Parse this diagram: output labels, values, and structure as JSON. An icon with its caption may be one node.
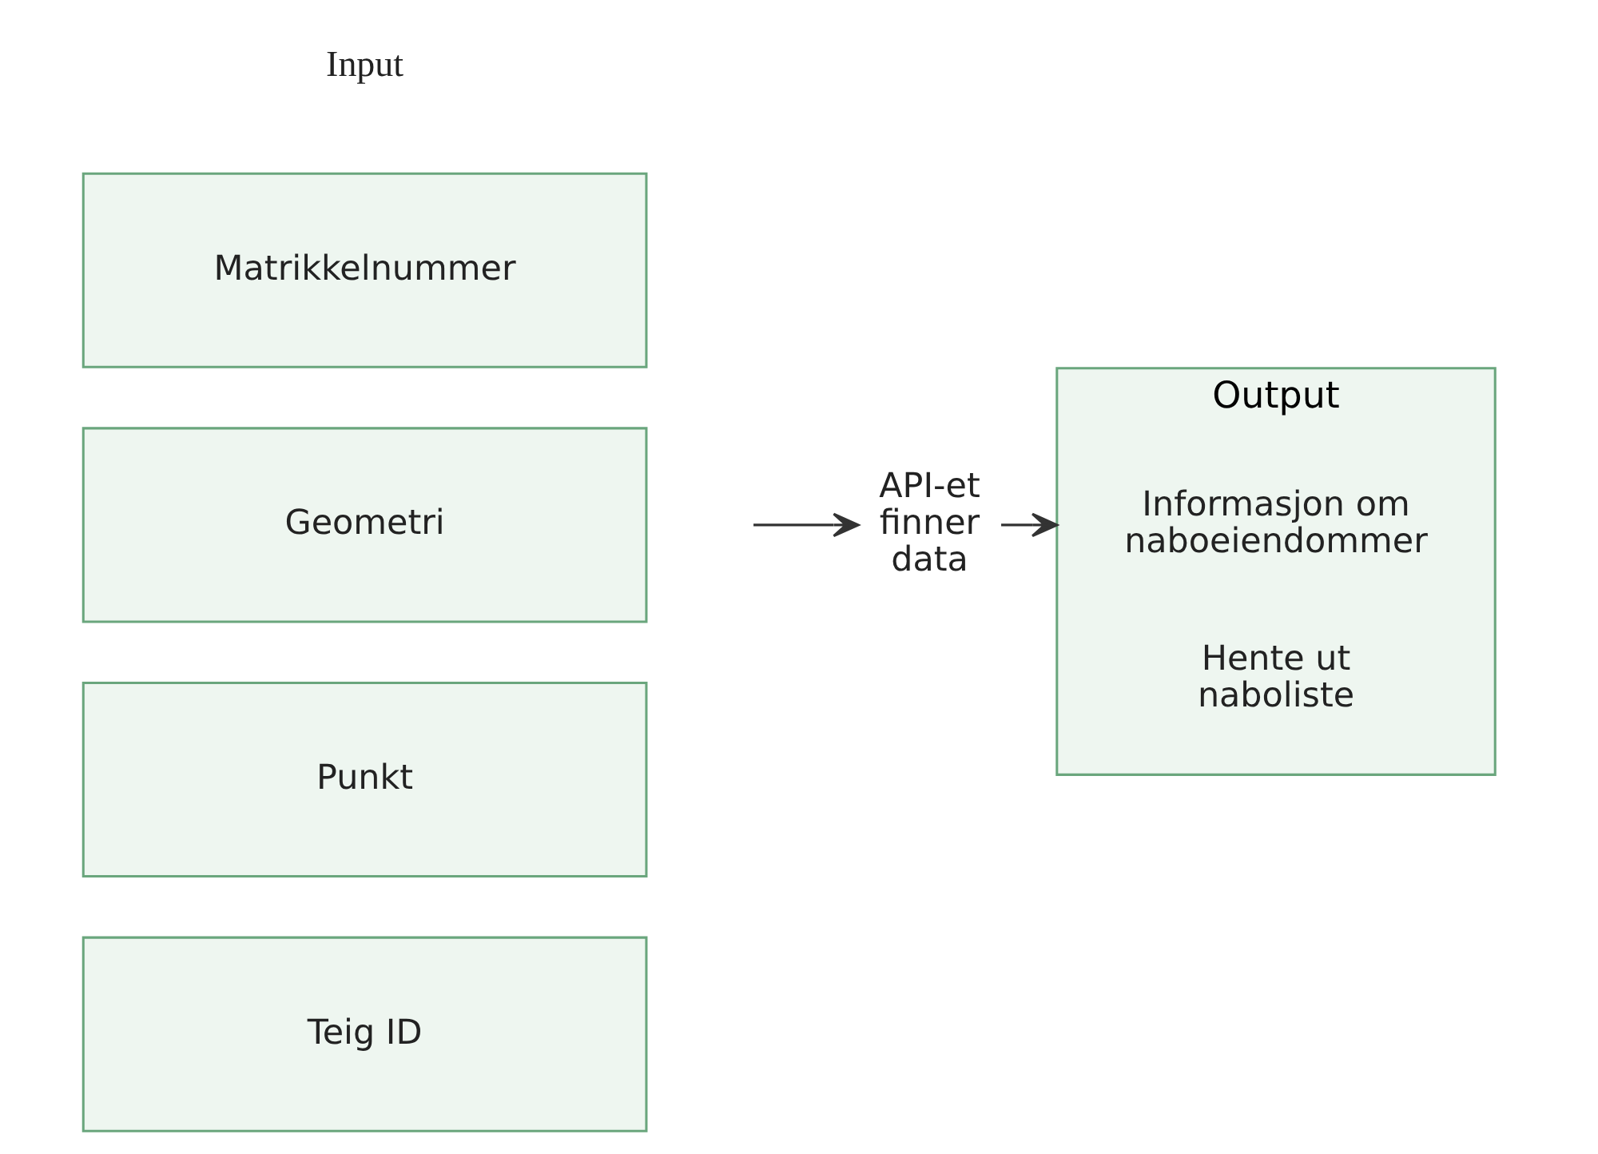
{
  "diagram": {
    "nodes": [
      {
        "text": [
          "Matrikkelnummer"
        ]
      },
      {
        "text": [
          "Geometri"
        ]
      },
      {
        "text": [
          "Punkt"
        ]
      },
      {
        "text": [
          "Teig ID"
        ]
      },
      {
        "text": [
          "API-et finner data"
        ]
      },
      {
        "text": [
          "Output"
        ]
      },
      {
        "text": [
          "Informasjon om naboeiendommer"
        ],
        "in": 5
      },
      {
        "text": [
          "Hente ut naboliste"
        ],
        "in": 5
      }
    ],
    "edges": [
      {
        "from": null,
        "to": 4,
        "arrow": "to"
      },
      {
        "from": 4,
        "to": 5,
        "arrow": "to"
      }
    ],
    "labels": [
      "Input"
    ]
  }
}
